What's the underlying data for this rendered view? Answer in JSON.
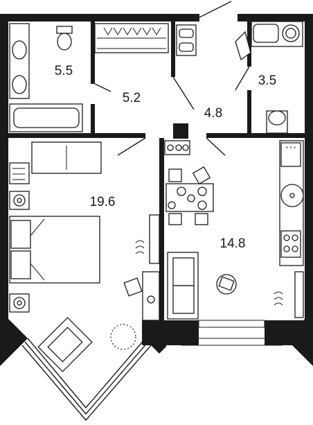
{
  "rooms": [
    {
      "id": "bathroom",
      "area": "5.5"
    },
    {
      "id": "wardrobe",
      "area": "5.2"
    },
    {
      "id": "hall",
      "area": "4.8"
    },
    {
      "id": "wc",
      "area": "3.5"
    },
    {
      "id": "bedroom",
      "area": "19.6"
    },
    {
      "id": "kitchen-living",
      "area": "14.8"
    }
  ]
}
